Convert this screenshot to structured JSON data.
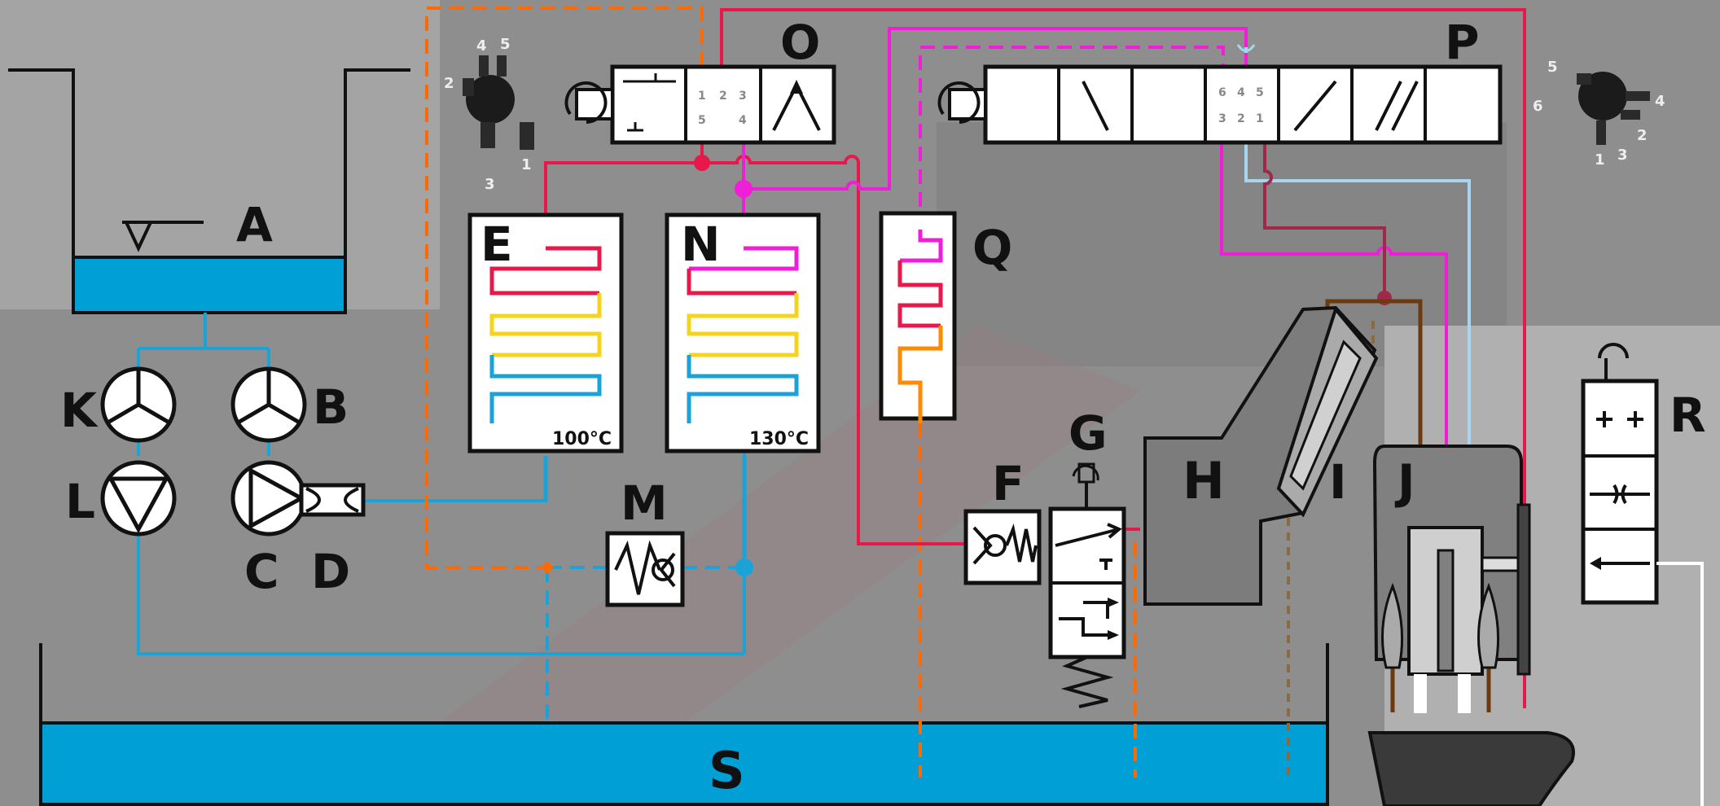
{
  "diagram": {
    "labels": {
      "A": "A",
      "B": "B",
      "C": "C",
      "D": "D",
      "E": "E",
      "F": "F",
      "G": "G",
      "H": "H",
      "I": "I",
      "J": "J",
      "K": "K",
      "L": "L",
      "M": "M",
      "N": "N",
      "O": "O",
      "P": "P",
      "Q": "Q",
      "R": "R",
      "S": "S"
    },
    "temperatures": {
      "E": "100°C",
      "N": "130°C"
    },
    "valve_O_ports": {
      "p1": "1",
      "p2": "2",
      "p3": "3",
      "p5": "5",
      "p4": "4"
    },
    "valve_P_ports": {
      "p6": "6",
      "p4": "4",
      "p5": "5",
      "p3": "3",
      "p2": "2",
      "p1": "1"
    },
    "connector_left_ports": {
      "p4": "4",
      "p5": "5",
      "p2": "2",
      "p3": "3",
      "p1": "1"
    },
    "connector_right_ports": {
      "p5": "5",
      "p6": "6",
      "p4": "4",
      "p2": "2",
      "p1": "1",
      "p3": "3"
    },
    "colors": {
      "water_blue": "#1aa3d8",
      "hot_red": "#e8184a",
      "magenta": "#f11ed8",
      "orange": "#ff6a00",
      "yellow": "#f6d41e",
      "light_blue": "#a6d6ee",
      "brown": "#6b3a10",
      "dark_red": "#a0284a"
    }
  }
}
